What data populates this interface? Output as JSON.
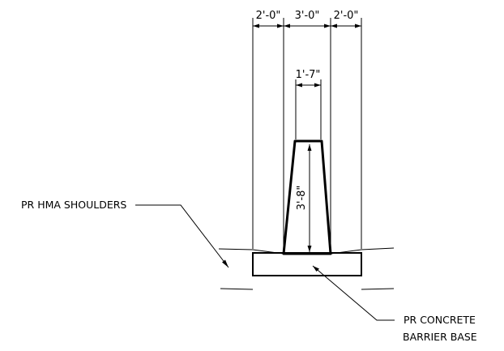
{
  "dimensions": {
    "left_offset": "2'-0\"",
    "barrier_base_width": "3'-0\"",
    "right_offset": "2'-0\"",
    "top_width": "1'-7\"",
    "height": "3'-8\""
  },
  "labels": {
    "shoulders": "PR HMA SHOULDERS",
    "base_line1": "PR CONCRETE",
    "base_line2": "BARRIER BASE"
  }
}
